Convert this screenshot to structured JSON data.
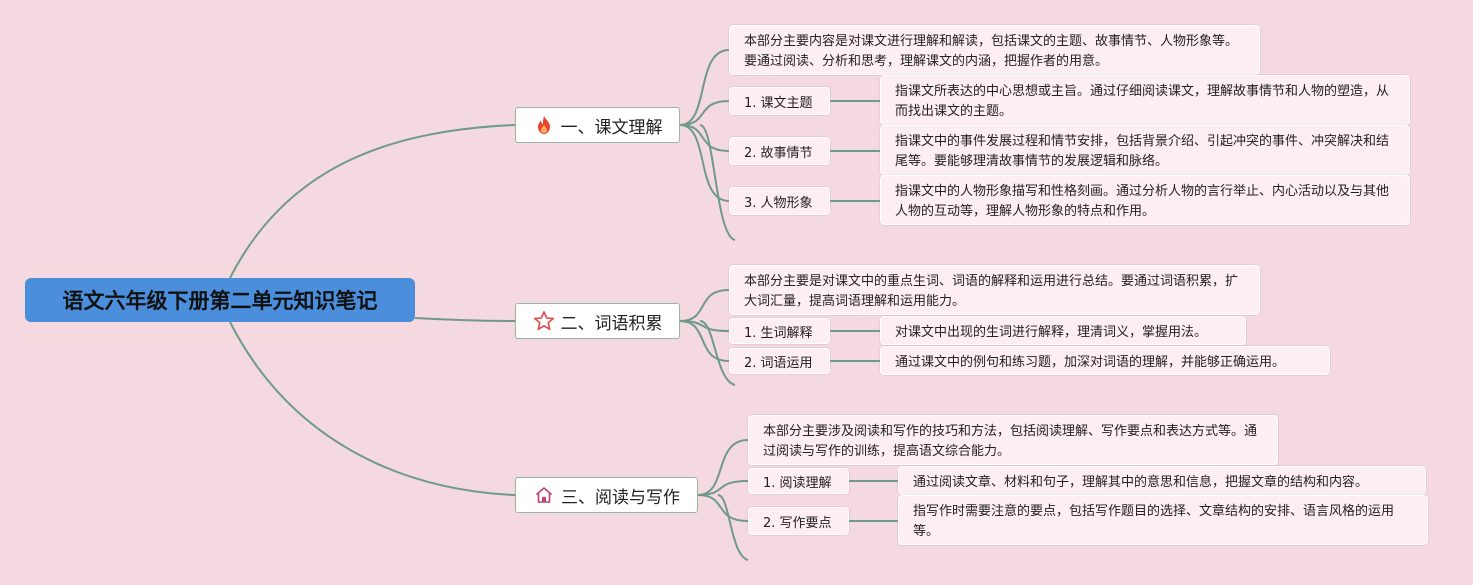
{
  "root": {
    "title": "语文六年级下册第二单元知识笔记"
  },
  "branches": [
    {
      "label": "一、课文理解",
      "icon": "fire-icon",
      "summary": "本部分主要内容是对课文进行理解和解读，包括课文的主题、故事情节、人物形象等。要通过阅读、分析和思考，理解课文的内涵，把握作者的用意。",
      "items": [
        {
          "label": "1. 课文主题",
          "desc": "指课文所表达的中心思想或主旨。通过仔细阅读课文，理解故事情节和人物的塑造，从而找出课文的主题。"
        },
        {
          "label": "2. 故事情节",
          "desc": "指课文中的事件发展过程和情节安排，包括背景介绍、引起冲突的事件、冲突解决和结尾等。要能够理清故事情节的发展逻辑和脉络。"
        },
        {
          "label": "3. 人物形象",
          "desc": "指课文中的人物形象描写和性格刻画。通过分析人物的言行举止、内心活动以及与其他人物的互动等，理解人物形象的特点和作用。"
        }
      ]
    },
    {
      "label": "二、词语积累",
      "icon": "star-icon",
      "summary": "本部分主要是对课文中的重点生词、词语的解释和运用进行总结。要通过词语积累，扩大词汇量，提高词语理解和运用能力。",
      "items": [
        {
          "label": "1. 生词解释",
          "desc": "对课文中出现的生词进行解释，理清词义，掌握用法。"
        },
        {
          "label": "2. 词语运用",
          "desc": "通过课文中的例句和练习题，加深对词语的理解，并能够正确运用。"
        }
      ]
    },
    {
      "label": "三、阅读与写作",
      "icon": "home-icon",
      "summary": "本部分主要涉及阅读和写作的技巧和方法，包括阅读理解、写作要点和表达方式等。通过阅读与写作的训练，提高语文综合能力。",
      "items": [
        {
          "label": "1. 阅读理解",
          "desc": "通过阅读文章、材料和句子，理解其中的意思和信息，把握文章的结构和内容。"
        },
        {
          "label": "2. 写作要点",
          "desc": "指写作时需要注意的要点，包括写作题目的选择、文章结构的安排、语言风格的运用等。"
        }
      ]
    }
  ],
  "colors": {
    "background": "#f4d9e0",
    "root": "#4a8edc",
    "line": "#6f9a88",
    "fire": "#e8452c",
    "star": "#e04a4a",
    "home": "#c0437a"
  }
}
